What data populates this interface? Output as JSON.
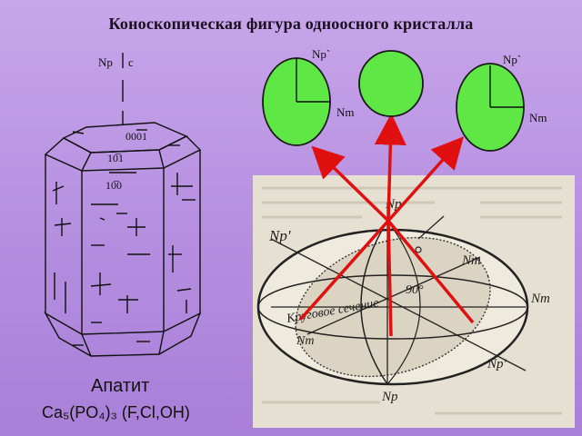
{
  "title": "Коноскопическая фигура одноосного кристалла",
  "crystal": {
    "axis_labels": [
      "Np",
      "c"
    ],
    "faces": [
      "0001",
      "10̅1",
      "10̅0"
    ],
    "name": "Апатит",
    "formula": "Ca₅(PO₄)₃ (F,Cl,OH)"
  },
  "conoscopic_figures": [
    {
      "label_top": "Np`",
      "label_right": "Nm",
      "shape": "ellipse-vertical",
      "fill": "#5fe845"
    },
    {
      "label_top": "",
      "label_right": "",
      "shape": "circle",
      "fill": "#5fe845"
    },
    {
      "label_top": "Np`",
      "label_right": "Nm",
      "shape": "ellipse-vertical",
      "fill": "#5fe845"
    }
  ],
  "indicatrix": {
    "labels": {
      "top": "Np",
      "upper_left": "Np'",
      "right_upper": "Nm",
      "right": "Nm",
      "lower_left": "Nm",
      "lower_right": "Np'",
      "bottom": "Np",
      "angle": "90°",
      "section_text": "Круговое сечение"
    },
    "photo_background": "#e9e3d6"
  },
  "colors": {
    "arrow": "#e01010",
    "figure_fill": "#5fe845",
    "figure_stroke": "#1a1a1a"
  }
}
